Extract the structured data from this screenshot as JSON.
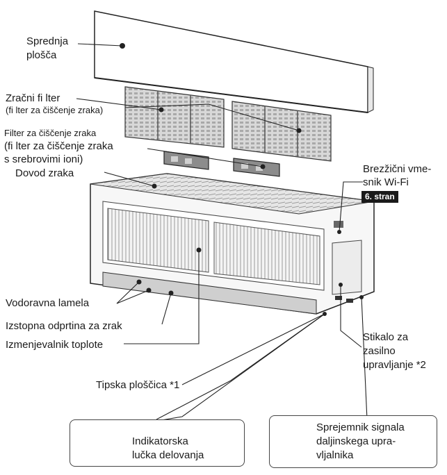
{
  "labels": {
    "front_panel_1": "Sprednja",
    "front_panel_2": "plošča",
    "air_filter_1": "Zračni fi lter",
    "air_filter_2": "(fi lter za čiščenje zraka)",
    "cleaning_filter_1": "Filter za čiščenje zraka",
    "cleaning_filter_2": "(fi lter za čiščenje zraka",
    "cleaning_filter_3": "s srebrovimi ioni)",
    "air_intake": "Dovod zraka",
    "wifi_1": "Brezžični vme-",
    "wifi_2": "snik Wi-Fi",
    "wifi_badge": "6. stran",
    "louver": "Vodoravna lamela",
    "air_outlet": "Izstopna odprtina za zrak",
    "heat_exchanger": "Izmenjevalnik toplote",
    "emergency_1": "Stikalo za",
    "emergency_2": "zasilno",
    "emergency_3": "upravljanje *2",
    "rating_plate": "Tipska ploščica *1",
    "indicator_1": "Indikatorska",
    "indicator_2": "lučka delovanja",
    "receiver_1": "Sprejemnik signala",
    "receiver_2": "daljinskega upra-",
    "receiver_3": "vljalnika"
  }
}
